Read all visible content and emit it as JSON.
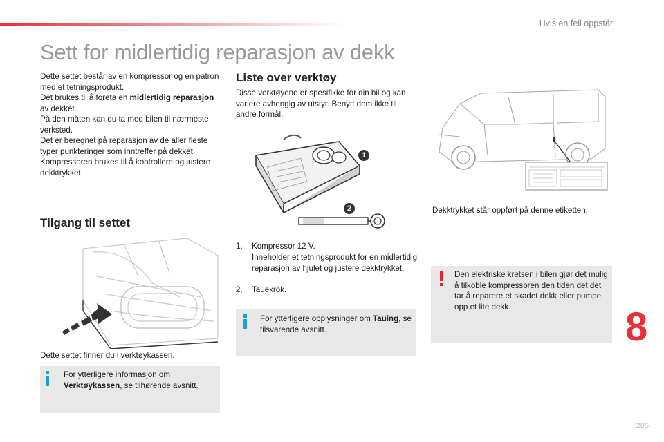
{
  "header": {
    "section": "Hvis en feil oppstår",
    "title": "Sett for midlertidig reparasjon av dekk"
  },
  "intro": {
    "p1": "Dette settet består av en kompressor og en patron med et tetningsprodukt.",
    "p2_pre": "Det brukes til å foreta en ",
    "p2_bold": "midlertidig reparasjon",
    "p2_post": " av dekket.",
    "p3": "På den måten kan du ta med bilen til nærmeste verksted.",
    "p4": "Det er beregnet på reparasjon av de aller fleste typer punkteringer som inntreffer på dekket.",
    "p5": "Kompressoren brukes til å kontrollere og justere dekktrykket."
  },
  "access": {
    "heading": "Tilgang til settet",
    "caption": "Dette settet finner du i verktøykassen.",
    "info_pre": "For ytterligere informasjon om ",
    "info_bold": "Verktøykassen",
    "info_post": ", se tilhørende avsnitt."
  },
  "tools": {
    "heading": "Liste over verktøy",
    "desc": "Disse verktøyene er spesifikke for din bil og kan variere avhengig av utstyr. Benytt dem ikke til andre formål.",
    "callout1": "1",
    "callout2": "2",
    "items": [
      {
        "num": "1.",
        "line1": "Kompressor 12 V.",
        "line2": "Inneholder et tetningsprodukt for en midlertidig reparasjon av hjulet og justere dekktrykket."
      },
      {
        "num": "2.",
        "line1": "Tauekrok."
      }
    ],
    "info_pre": "For ytterligere opplysninger om ",
    "info_bold": "Tauing",
    "info_post": ", se tilsvarende avsnitt."
  },
  "label_section": {
    "caption": "Dekktrykket står oppført på denne etiketten.",
    "warning": "Den elektriske kretsen i bilen gjør det mulig å tilkoble kompressoren den tiden det det tar å reparere et skadet dekk eller pumpe opp et lite dekk."
  },
  "chapter": "8",
  "page_number": "285",
  "colors": {
    "accent": "#e53238",
    "info": "#1ba0dc",
    "box": "#e8e8e8"
  }
}
